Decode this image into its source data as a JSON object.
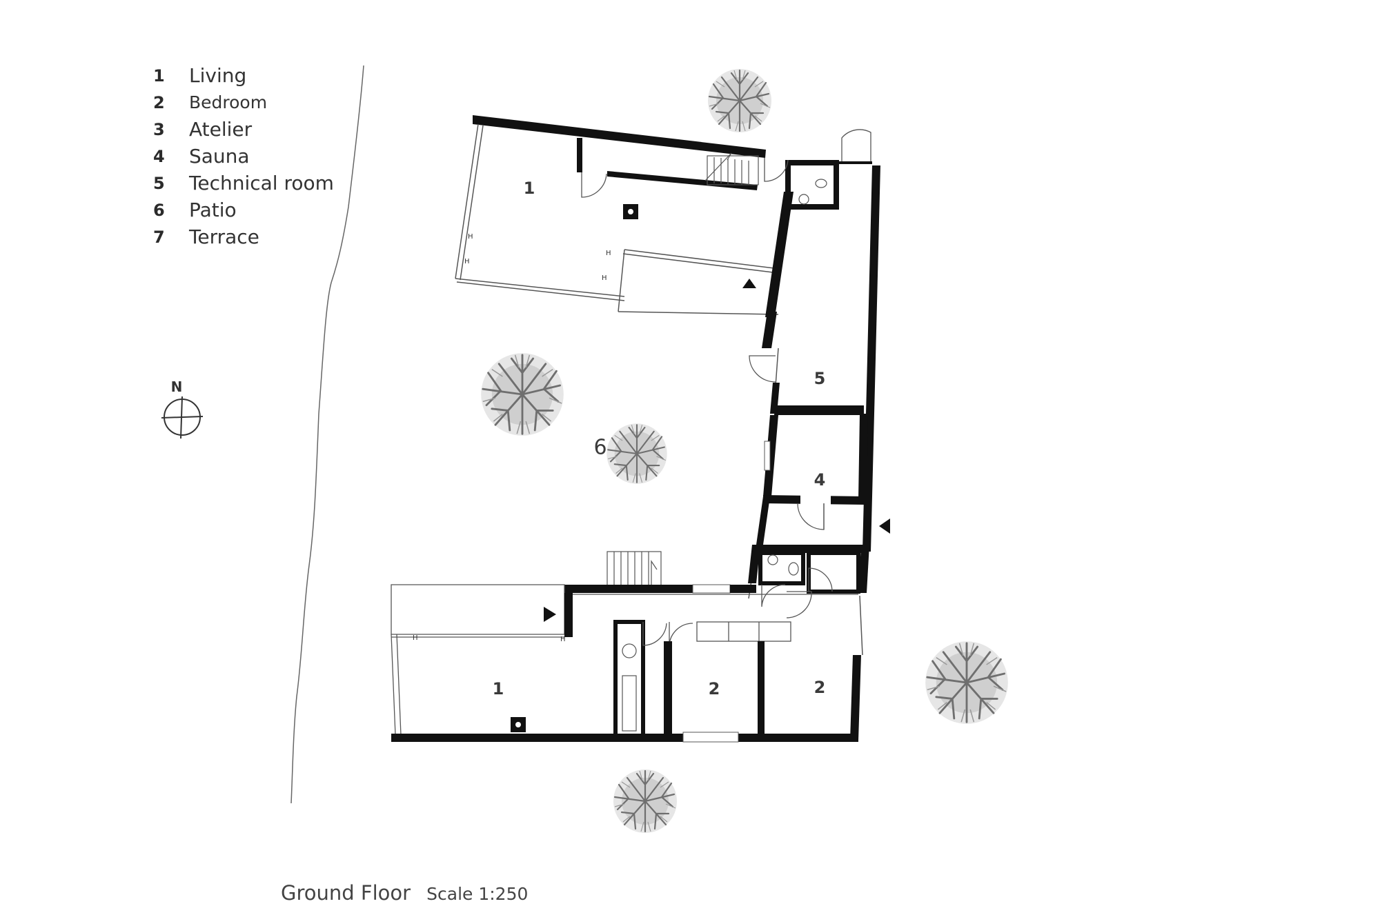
{
  "legend": [
    {
      "num": "1",
      "label": "Living"
    },
    {
      "num": "2",
      "label": "Bedroom"
    },
    {
      "num": "3",
      "label": "Atelier"
    },
    {
      "num": "4",
      "label": "Sauna"
    },
    {
      "num": "5",
      "label": "Technical room"
    },
    {
      "num": "6",
      "label": "Patio"
    },
    {
      "num": "7",
      "label": "Terrace"
    }
  ],
  "rooms": {
    "north_living": "1",
    "technical": "5",
    "patio": "6",
    "sauna": "4",
    "south_living": "1",
    "bedroom_a": "2",
    "bedroom_b": "2"
  },
  "north": "N",
  "caption": {
    "title": "Ground Floor",
    "scale": "Scale 1:250"
  },
  "colors": {
    "wall": "#111111",
    "line": "#555555",
    "tree": "#8a8a8a"
  }
}
